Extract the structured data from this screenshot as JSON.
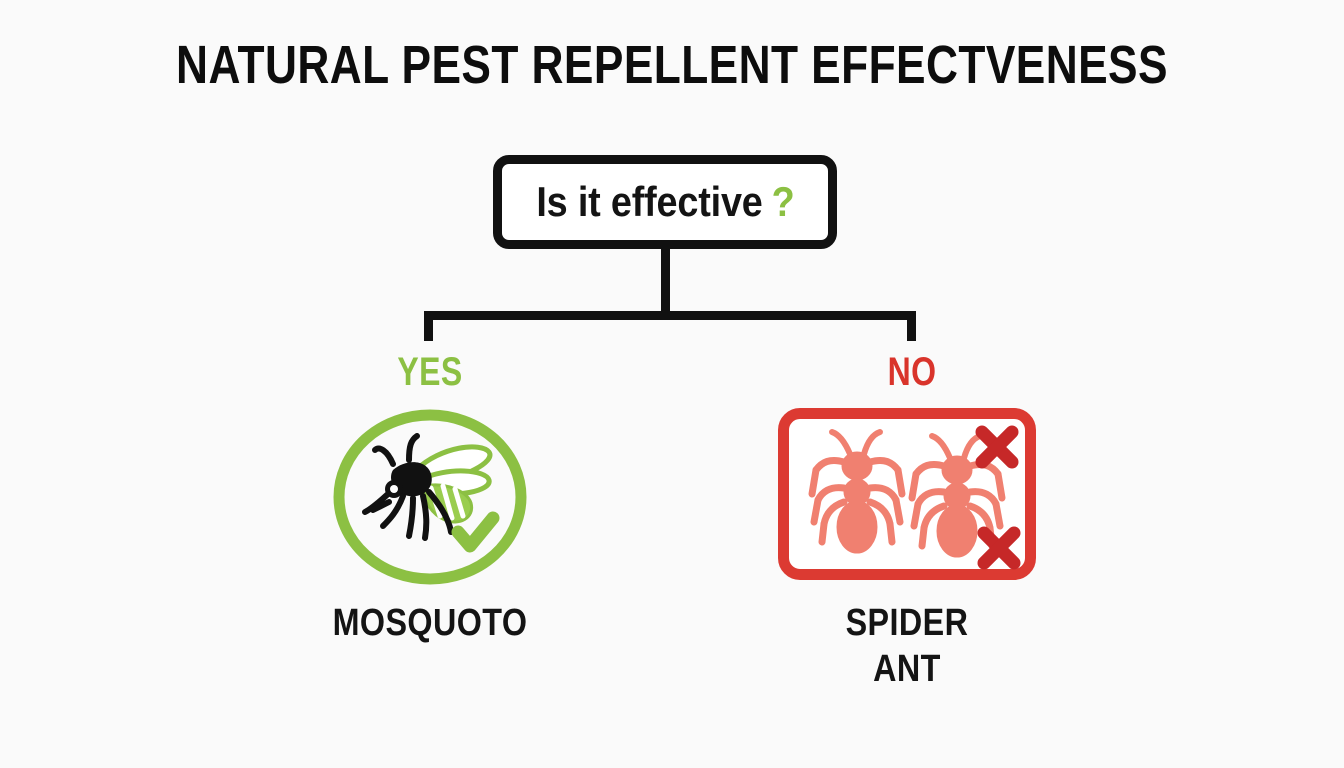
{
  "page": {
    "background_color": "#fafafa",
    "title": "NATURAL PEST REPELLENT EFFECTVENESS"
  },
  "colors": {
    "green": "#8cc043",
    "red": "#d9342b",
    "red_box_border": "#dc3a32",
    "ant_body": "#f08070",
    "x_mark": "#c62828",
    "black": "#111111"
  },
  "decision_node": {
    "question": "Is it effective",
    "question_mark": "?",
    "question_mark_color": "#8cc043"
  },
  "branches": [
    {
      "label": "YES",
      "label_color": "#8cc043",
      "icon_name": "mosquito-in-green-circle-icon",
      "status_icon": "check-icon",
      "captions": [
        "MOSQUOTO"
      ]
    },
    {
      "label": "NO",
      "label_color": "#d9342b",
      "icon_name": "two-ants-in-red-box-icon",
      "status_icon": "x-icon",
      "status_icon_count": 2,
      "captions": [
        "SPIDER",
        "ANT"
      ]
    }
  ],
  "chart_data": {
    "type": "diagram",
    "title": "NATURAL PEST REPELLENT EFFECTVENESS",
    "root": "Is it effective ?",
    "nodes": [
      {
        "branch": "YES",
        "pest": "MOSQUOTO",
        "effective": true,
        "marker": "check",
        "color": "#8cc043"
      },
      {
        "branch": "NO",
        "pest": "SPIDER ANT",
        "effective": false,
        "marker": "x",
        "marker_count": 2,
        "color": "#d9342b"
      }
    ]
  }
}
